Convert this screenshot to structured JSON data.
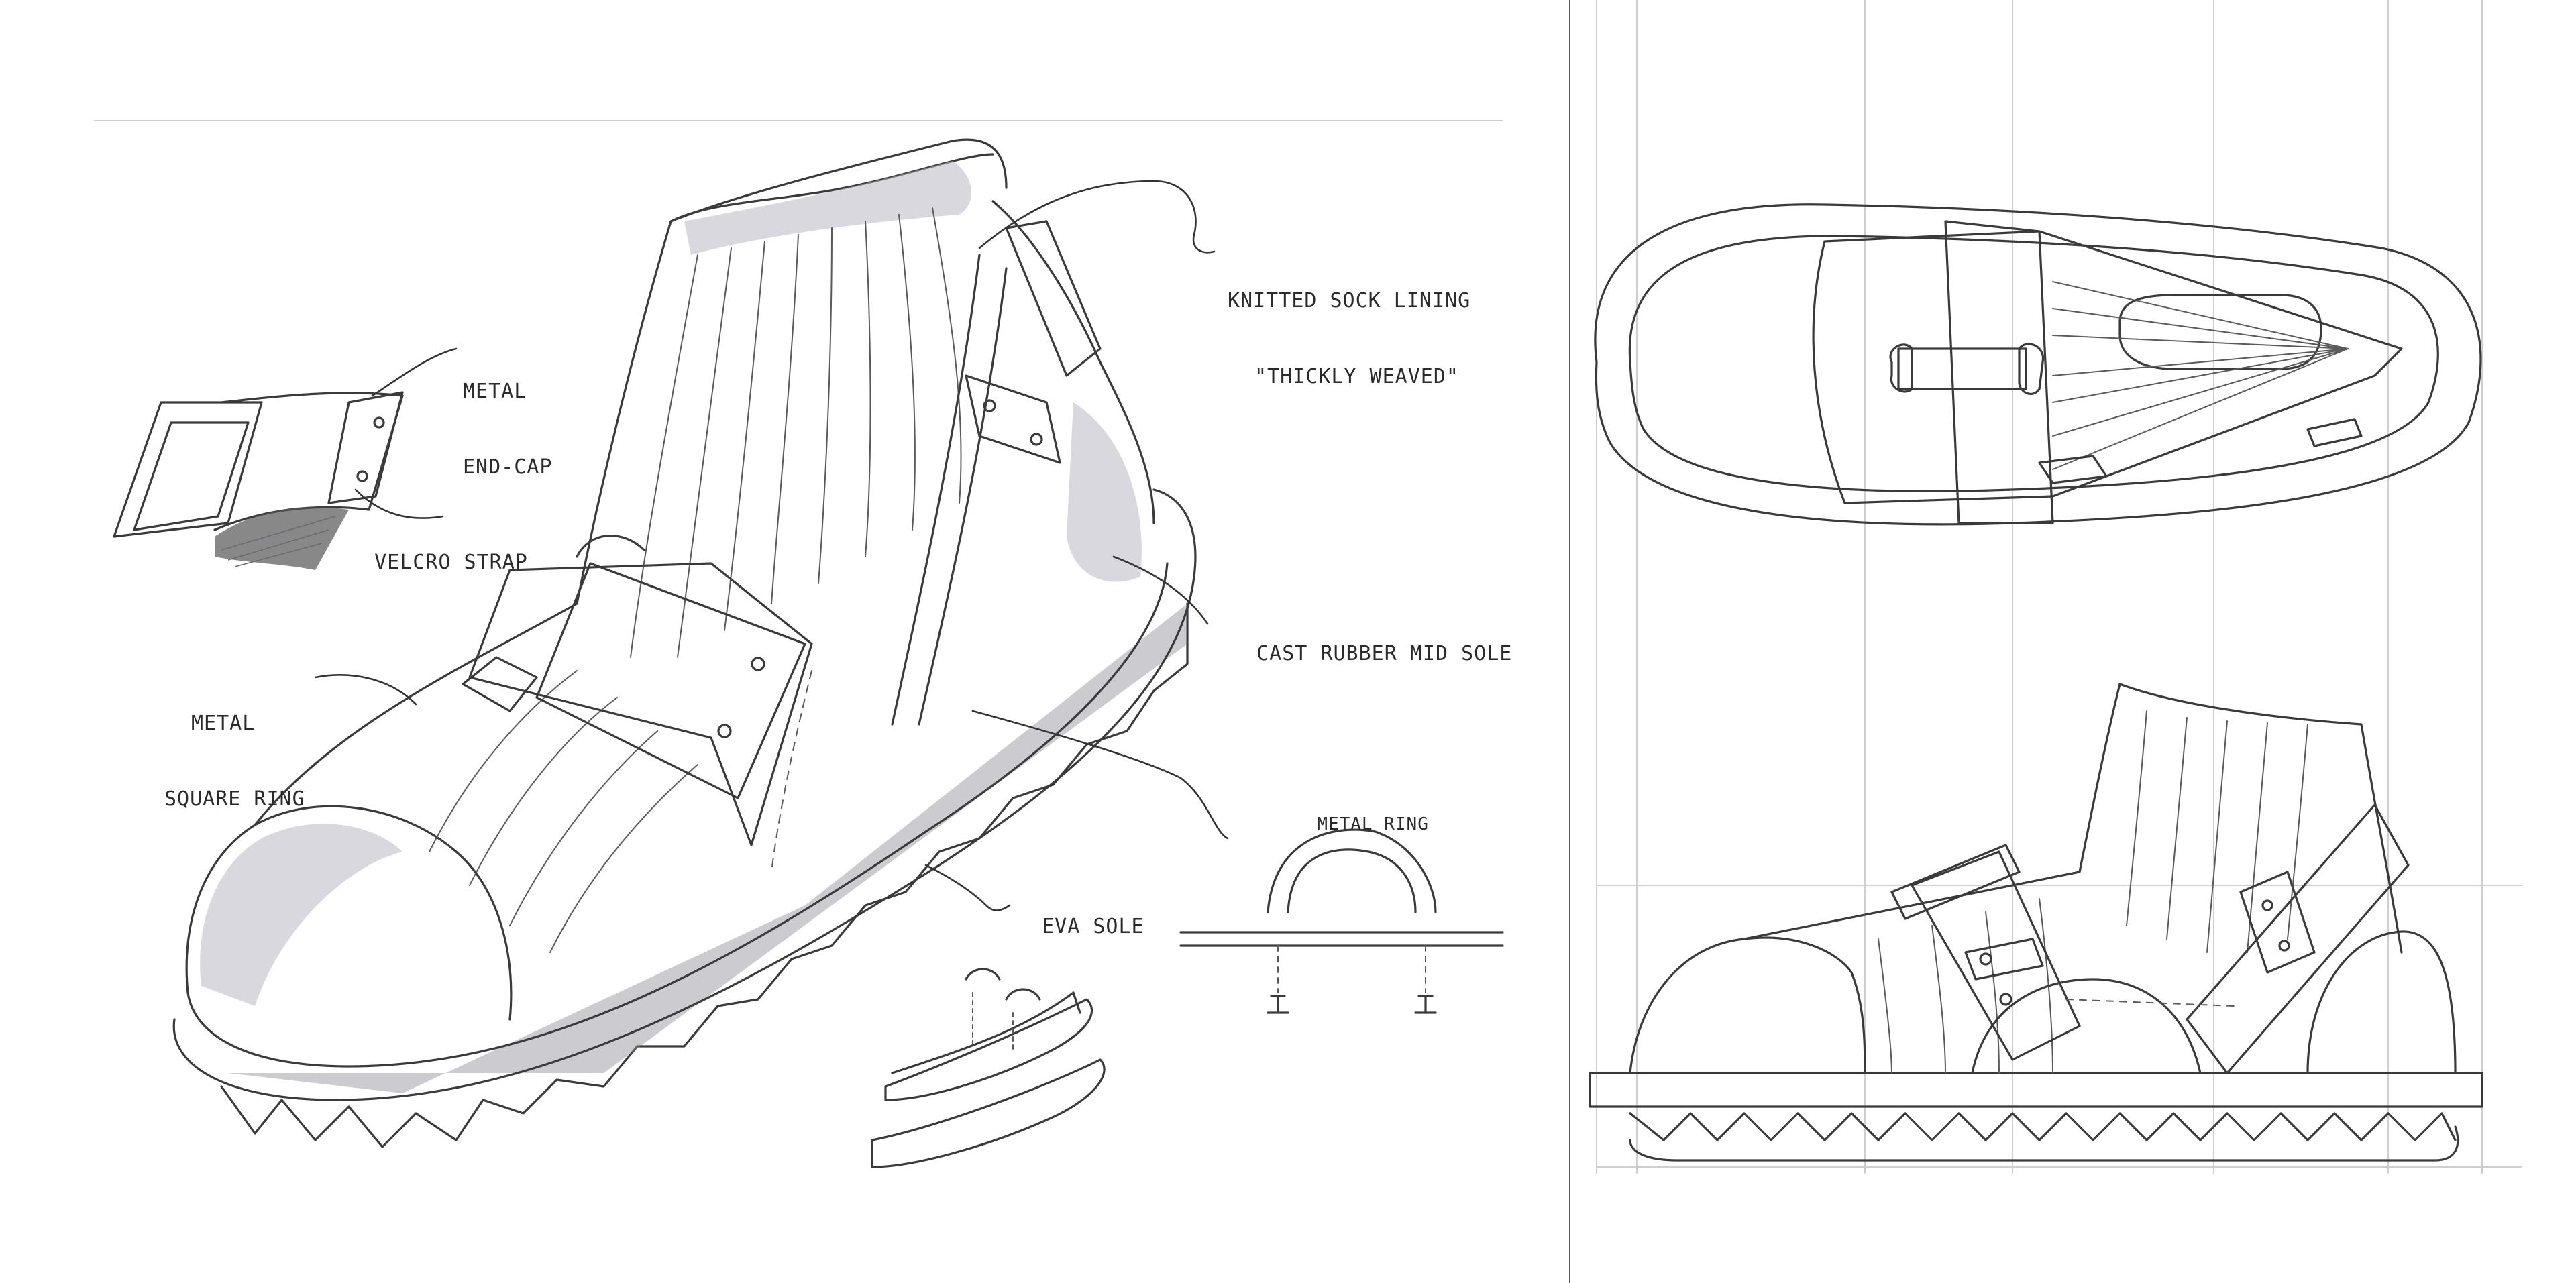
{
  "labels": {
    "metal_end_cap_line1": "METAL",
    "metal_end_cap_line2": "END-CAP",
    "velcro_strap": "VELCRO STRAP",
    "metal_square_ring_line1": "METAL",
    "metal_square_ring_line2": "SQUARE RING",
    "knitted_line1": "KNITTED SOCK LINING",
    "knitted_line2": "\"THICKLY WEAVED\"",
    "cast_rubber": "CAST RUBBER MID SOLE",
    "metal_ring": "METAL RING",
    "eva_sole": "EVA SOLE"
  },
  "colors": {
    "ink": "#3a3a3a",
    "marker_grey": "#b8b8c2",
    "paper": "#ffffff"
  }
}
